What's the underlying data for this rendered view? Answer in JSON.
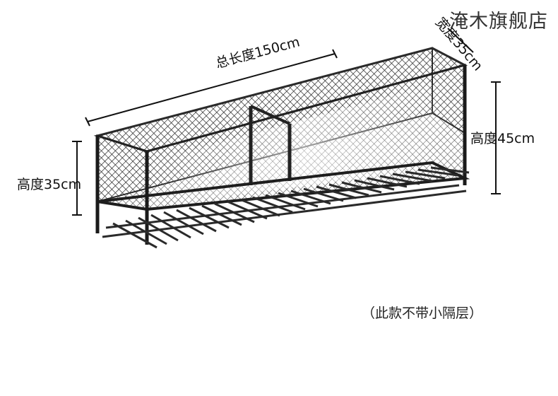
{
  "watermark": {
    "text": "淹木旗舰店"
  },
  "dimensions": {
    "total_length": "总长度150cm",
    "width": "宽度35cm",
    "height_right": "高度45cm",
    "height_left": "高度35cm"
  },
  "note": "（此款不带小隔层）",
  "colors": {
    "frame": "#2a2a2a",
    "mesh": "#3a3a3a",
    "dimension_line": "#111111"
  }
}
